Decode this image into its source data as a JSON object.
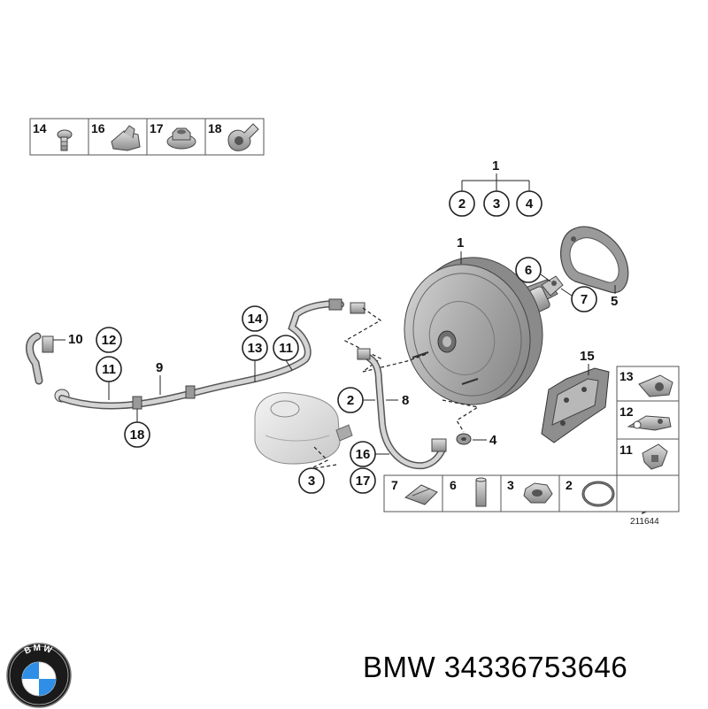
{
  "parts_table_top": [
    {
      "num": "14",
      "icon": "bolt-icon"
    },
    {
      "num": "16",
      "icon": "bracket-clip-icon"
    },
    {
      "num": "17",
      "icon": "flange-nut-icon"
    },
    {
      "num": "18",
      "icon": "hose-clamp-icon"
    }
  ],
  "parts_table_right": [
    {
      "num": "13",
      "icon": "clip-icon"
    },
    {
      "num": "12",
      "icon": "holder-icon"
    },
    {
      "num": "11",
      "icon": "fastener-icon"
    }
  ],
  "parts_table_bottom": [
    {
      "num": "7",
      "icon": "spring-clip-icon"
    },
    {
      "num": "6",
      "icon": "pin-icon"
    },
    {
      "num": "3",
      "icon": "hex-nut-icon"
    },
    {
      "num": "2",
      "icon": "o-ring-icon"
    }
  ],
  "callouts": {
    "c1_top": "1",
    "c2": "2",
    "c3": "3",
    "c4": "4",
    "c1_booster": "1",
    "c6": "6",
    "c7": "7",
    "c5": "5",
    "c15": "15",
    "c10": "10",
    "c12": "12",
    "c11_left": "11",
    "c9": "9",
    "c18": "18",
    "c14": "14",
    "c13": "13",
    "c11_mid": "11",
    "c2_mid": "2",
    "c8": "8",
    "c4_mid": "4",
    "c16": "16",
    "c17": "17",
    "c3_bottom": "3"
  },
  "diagram_ref": "211644",
  "brand": {
    "logo_letters": "BMW",
    "caption": "BMW 34336753646"
  }
}
